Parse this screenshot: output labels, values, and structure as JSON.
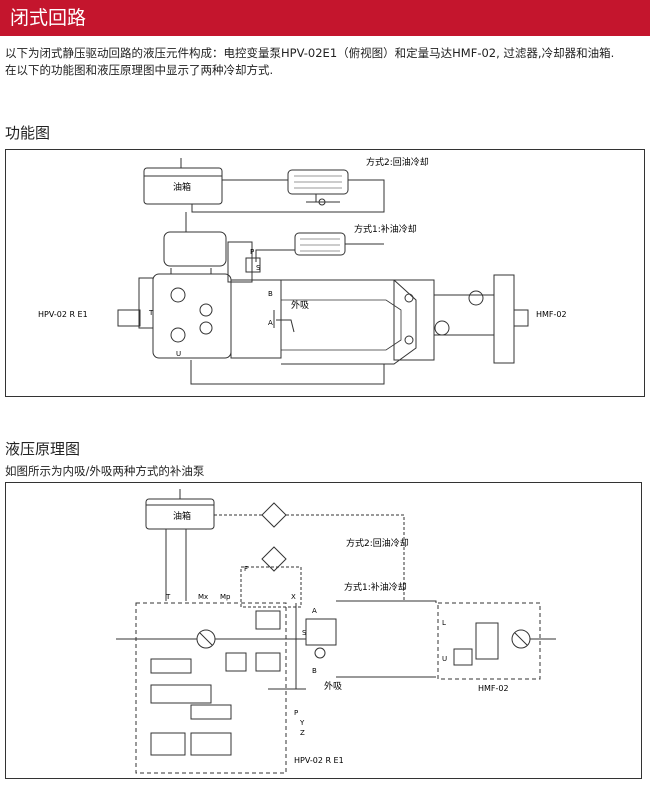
{
  "page_title": "闭式回路",
  "intro_line1": "以下为闭式静压驱动回路的液压元件构成：电控变量泵HPV-02E1（俯视图）和定量马达HMF-02, 过滤器,冷却器和油箱.",
  "intro_line2": "在以下的功能图和液压原理图中显示了两种冷却方式.",
  "function_section": {
    "heading": "功能图",
    "labels": {
      "tank": "油箱",
      "mode2": "方式2:回油冷却",
      "mode1": "方式1:补油冷却",
      "pump": "HPV-02 R E1",
      "motor": "HMF-02",
      "external_suction": "外吸",
      "port_a": "A",
      "port_b": "B",
      "port_s": "S",
      "port_p": "P",
      "port_u": "U",
      "port_t": "T"
    }
  },
  "hydraulic_section": {
    "heading": "液压原理图",
    "subtitle": "如图所示为内吸/外吸两种方式的补油泵",
    "labels": {
      "tank": "油箱",
      "mode2": "方式2:回油冷却",
      "mode1": "方式1:补油冷却",
      "pump": "HPV-02 R E1",
      "motor": "HMF-02",
      "external_suction": "外吸",
      "port_t": "T",
      "port_mx": "Mx",
      "port_mp": "Mp",
      "port_x": "X",
      "port_y": "Y",
      "port_z": "Z",
      "port_a": "A",
      "port_b": "B",
      "port_s": "S",
      "port_f": "F",
      "port_u": "U",
      "port_p": "P",
      "port_l": "L"
    }
  }
}
